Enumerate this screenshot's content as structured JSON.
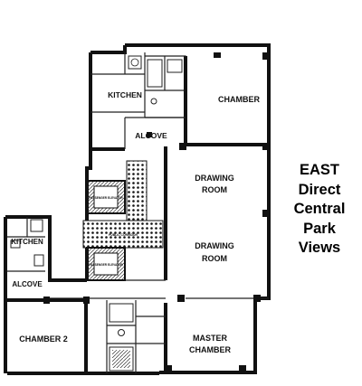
{
  "floor_plan": {
    "rooms": {
      "kitchen_main": "KITCHEN",
      "chamber": "CHAMBER",
      "alcove_main": "ALCOVE",
      "drawing_room_1": [
        "DRAWING",
        "ROOM"
      ],
      "drawing_room_2": [
        "DRAWING",
        "ROOM"
      ],
      "kitchen_2": "KITCHEN",
      "alcove_2": "ALCOVE",
      "chamber_2": "CHAMBER 2",
      "master_chamber": [
        "MASTER",
        "CHAMBER"
      ]
    },
    "small_labels": {
      "public_corridor": "PUBLIC CORRIDOR",
      "passenger_elevator_1": "PASSENGER ELEVATOR",
      "passenger_elevator_2": "PASSENGER ELEVATOR"
    }
  },
  "caption": {
    "lines": [
      "EAST",
      "Direct",
      "Central",
      "Park",
      "Views"
    ]
  }
}
